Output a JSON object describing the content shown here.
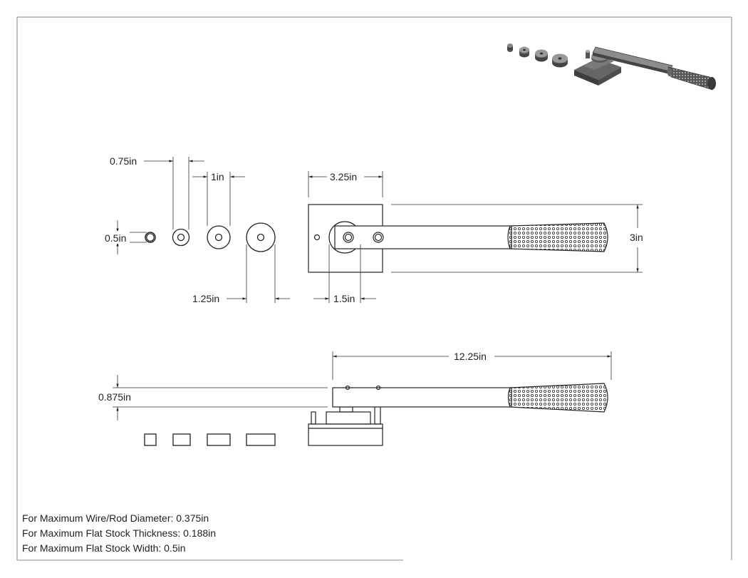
{
  "dimensions": {
    "spacer_small_dia": "0.5in",
    "spacer_2_dia": "0.75in",
    "spacer_3_dia": "1in",
    "spacer_4_dia": "1.25in",
    "base_width": "3.25in",
    "base_height": "3in",
    "bend_die_dia": "1.5in",
    "overall_length": "12.25in",
    "handle_height": "0.875in"
  },
  "notes": [
    "For Maximum Wire/Rod Diameter: 0.375in",
    "For Maximum Flat Stock Thickness: 0.188in",
    "For Maximum Flat Stock Width: 0.5in"
  ],
  "colors": {
    "line": "#222222",
    "dim_line": "#333333",
    "render_body": "#707070",
    "render_dark": "#3a3a3a"
  }
}
